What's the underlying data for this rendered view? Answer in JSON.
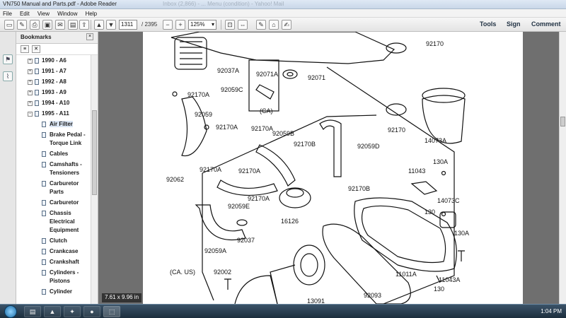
{
  "window": {
    "title": "VN750 Manual and Parts.pdf - Adobe Reader",
    "ghost_tabs": "Inbox (2,866) - ...      Menu (condition) - Yahoo! Mail"
  },
  "menu": [
    "File",
    "Edit",
    "View",
    "Window",
    "Help"
  ],
  "toolbar": {
    "page_current": "1311",
    "page_total": "/ 2395",
    "zoom": "125%",
    "tools": "Tools",
    "sign": "Sign",
    "comment": "Comment"
  },
  "bookmarks": {
    "title": "Bookmarks",
    "items": [
      {
        "label": "1990 - A6",
        "expand": "+"
      },
      {
        "label": "1991 - A7",
        "expand": "+"
      },
      {
        "label": "1992 - A8",
        "expand": "+"
      },
      {
        "label": "1993 - A9",
        "expand": "+"
      },
      {
        "label": "1994 - A10",
        "expand": "+"
      },
      {
        "label": "1995 - A11",
        "expand": "−"
      },
      {
        "label": "Air Filter"
      },
      {
        "label": "Brake Pedal -"
      },
      {
        "label": "Torque Link"
      },
      {
        "label": "Cables"
      },
      {
        "label": "Camshafts -"
      },
      {
        "label": "Tensioners"
      },
      {
        "label": "Carburetor"
      },
      {
        "label": "Parts"
      },
      {
        "label": "Carburetor"
      },
      {
        "label": "Chassis"
      },
      {
        "label": "Electrical"
      },
      {
        "label": "Equipment"
      },
      {
        "label": "Clutch"
      },
      {
        "label": "Crankcase"
      },
      {
        "label": "Crankshaft"
      },
      {
        "label": "Cylinders -"
      },
      {
        "label": "Pistons"
      },
      {
        "label": "Cylinder"
      }
    ]
  },
  "page_size": "7.61 x 9.96 in",
  "diagram_labels": [
    "92170",
    "92037A",
    "92071A",
    "92071",
    "92059C",
    "92170A",
    "(CA)",
    "92059",
    "92170A",
    "92170A",
    "92059B",
    "92170B",
    "92059D",
    "92170",
    "14073A",
    "11043",
    "130A",
    "92062",
    "92170A",
    "92170A",
    "92059E",
    "92170A",
    "92170B",
    "130",
    "14073C",
    "16126",
    "92037",
    "92059A",
    "130A",
    "(CA. US)",
    "92002",
    "11011A",
    "11043A",
    "92093",
    "130",
    "13091"
  ],
  "taskbar": {
    "clock": "1:04 PM"
  }
}
